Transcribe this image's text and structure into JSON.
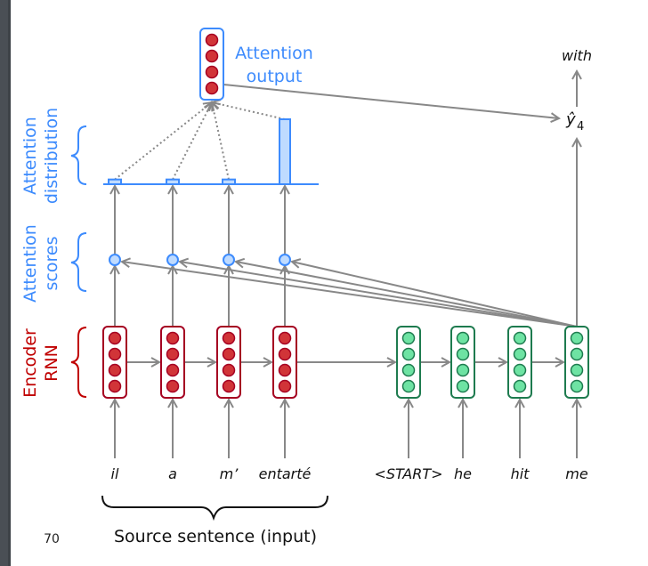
{
  "page_number": "70",
  "labels": {
    "attention_output_line1": "Attention",
    "attention_output_line2": "output",
    "attention_distribution_line1": "Attention",
    "attention_distribution_line2": "distribution",
    "attention_scores_line1": "Attention",
    "attention_scores_line2": "scores",
    "encoder_line1": "Encoder",
    "encoder_line2": "RNN",
    "source_sentence": "Source sentence (input)",
    "output_word": "with",
    "prediction": "ŷ",
    "prediction_subscript": "4"
  },
  "source_words": [
    "il",
    "a",
    "m’",
    "entarté"
  ],
  "target_words": [
    "<START>",
    "he",
    "hit",
    "me"
  ],
  "attention_distribution": [
    0.06,
    0.06,
    0.06,
    0.82
  ],
  "colors": {
    "encoder": "#a50021",
    "encoder_fill": "#d13438",
    "decoder": "#1e7b4f",
    "decoder_fill": "#6ee3a3",
    "attention": "#3d8bfd",
    "attention_fill": "#bfdbff",
    "arrow": "#888888",
    "text_blue": "#3d8bfd",
    "text_red": "#c00000"
  }
}
